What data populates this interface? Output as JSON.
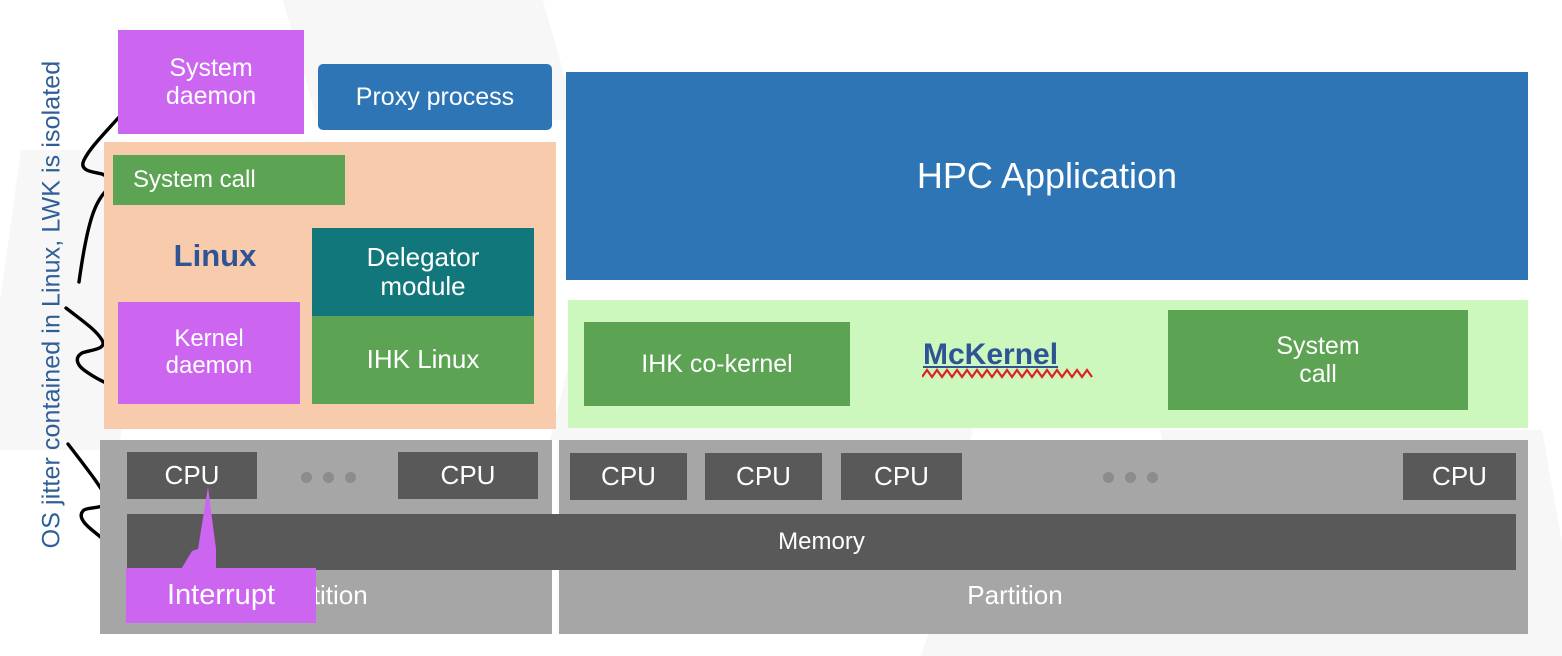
{
  "diagram": {
    "side_note": "OS jitter contained in Linux, LWK is isolated",
    "linux_side": {
      "system_daemon": "System\ndaemon",
      "system_daemon_l1": "System",
      "system_daemon_l2": "daemon",
      "proxy_process": "Proxy process",
      "linux_label": "Linux",
      "system_call": "System call",
      "delegator_l1": "Delegator",
      "delegator_l2": "module",
      "ihk_linux": "IHK Linux",
      "kernel_daemon_l1": "Kernel",
      "kernel_daemon_l2": "daemon"
    },
    "lwk_side": {
      "hpc_application": "HPC Application",
      "ihk_co_kernel": "IHK co-kernel",
      "mckernel": "McKernel",
      "system_call_l1": "System",
      "system_call_l2": "call"
    },
    "hardware": {
      "cpu_label": "CPU",
      "memory_label": "Memory",
      "partition_label": "Partition",
      "interrupt_label": "Interrupt",
      "left_partition_cpus": [
        "CPU",
        "CPU"
      ],
      "right_partition_cpus": [
        "CPU",
        "CPU",
        "CPU",
        "CPU"
      ],
      "ellipsis_glyph": "..."
    },
    "colors": {
      "magenta": "#cc66f0",
      "blue": "#2e75b6",
      "green": "#5ca354",
      "teal": "#12777b",
      "peach": "#f7cbab",
      "light_green": "#ccf7bd",
      "hardware_gray": "#a6a6a6",
      "dark_gray": "#595959",
      "linux_text_blue": "#2f5496",
      "note_blue": "#2f5f96",
      "spellcheck_red": "#e02020"
    }
  }
}
